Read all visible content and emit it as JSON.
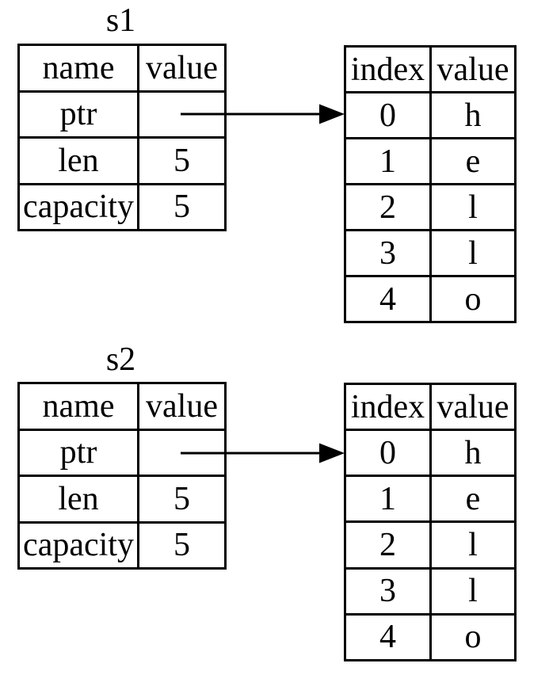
{
  "colors": {
    "line": "#000000",
    "background": "#ffffff"
  },
  "groups": [
    {
      "label": "s1",
      "struct_table": {
        "headers": {
          "name": "name",
          "value": "value"
        },
        "rows": [
          {
            "name": "ptr",
            "value": ""
          },
          {
            "name": "len",
            "value": "5"
          },
          {
            "name": "capacity",
            "value": "5"
          }
        ]
      },
      "heap_table": {
        "headers": {
          "index": "index",
          "value": "value"
        },
        "rows": [
          {
            "index": "0",
            "value": "h"
          },
          {
            "index": "1",
            "value": "e"
          },
          {
            "index": "2",
            "value": "l"
          },
          {
            "index": "3",
            "value": "l"
          },
          {
            "index": "4",
            "value": "o"
          }
        ]
      }
    },
    {
      "label": "s2",
      "struct_table": {
        "headers": {
          "name": "name",
          "value": "value"
        },
        "rows": [
          {
            "name": "ptr",
            "value": ""
          },
          {
            "name": "len",
            "value": "5"
          },
          {
            "name": "capacity",
            "value": "5"
          }
        ]
      },
      "heap_table": {
        "headers": {
          "index": "index",
          "value": "value"
        },
        "rows": [
          {
            "index": "0",
            "value": "h"
          },
          {
            "index": "1",
            "value": "e"
          },
          {
            "index": "2",
            "value": "l"
          },
          {
            "index": "3",
            "value": "l"
          },
          {
            "index": "4",
            "value": "o"
          }
        ]
      }
    }
  ]
}
